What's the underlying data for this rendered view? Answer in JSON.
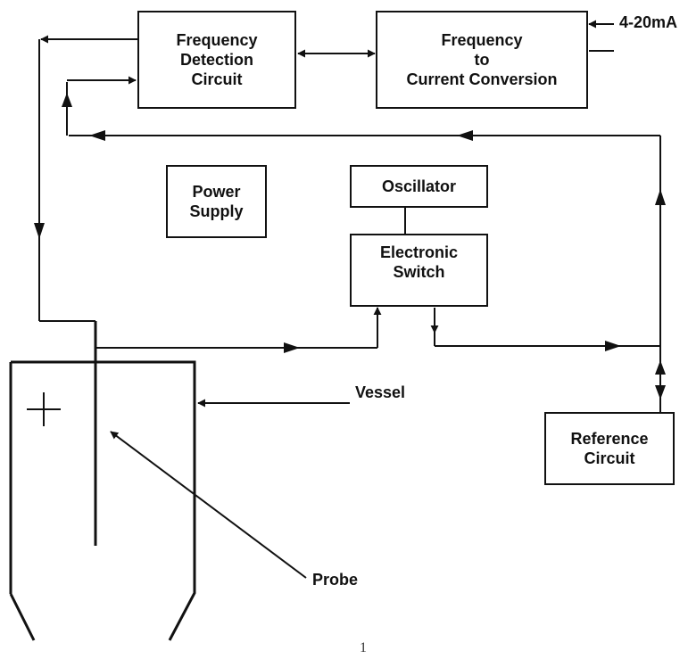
{
  "blocks": {
    "frequency_detection": [
      "Frequency",
      "Detection",
      "Circuit"
    ],
    "frequency_to_current": [
      "Frequency",
      "to",
      "Current Conversion"
    ],
    "power_supply": [
      "Power",
      "Supply"
    ],
    "oscillator": [
      "Oscillator"
    ],
    "electronic_switch": [
      "Electronic",
      "Switch"
    ],
    "reference_circuit": [
      "Reference",
      "Circuit"
    ]
  },
  "labels": {
    "output": "4-20mA",
    "vessel": "Vessel",
    "probe": "Probe",
    "plus_symbol": "+"
  },
  "page_number": "1",
  "colors": {
    "ink": "#111111",
    "background": "#ffffff"
  }
}
